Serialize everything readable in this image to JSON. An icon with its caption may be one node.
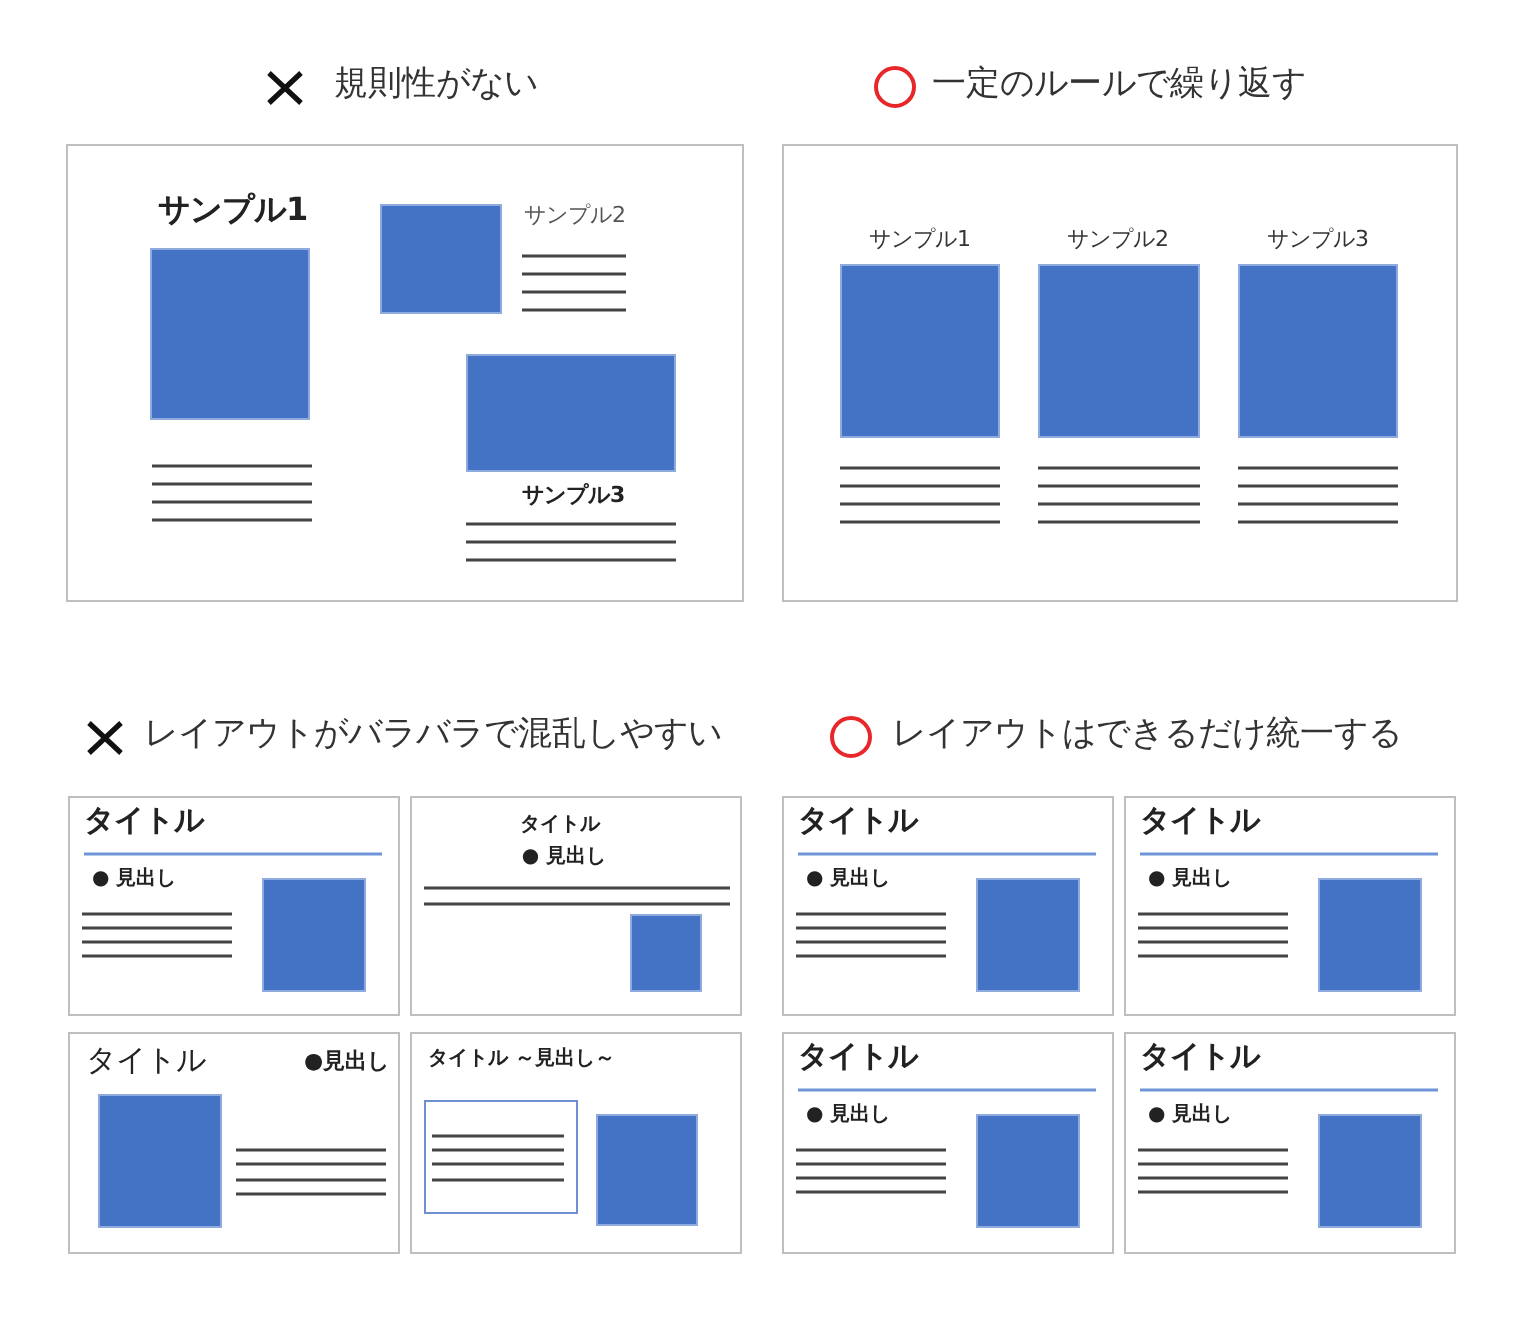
{
  "diagram": {
    "nodes": [
      {
        "text": [
          "サンプル1",
          "サンプル2",
          "サンプル3"
        ]
      },
      {
        "text": [
          "サンプル1",
          "サンプル2",
          "サンプル3"
        ]
      },
      {
        "text": [
          "タイトル",
          "● 見出し"
        ]
      },
      {
        "text": [
          "タイトル",
          "● 見出し"
        ]
      },
      {
        "text": [
          "タイトル",
          "●見出し"
        ]
      },
      {
        "text": [
          "タイトル ～見出し～"
        ]
      },
      {
        "text": [
          "タイトル",
          "● 見出し"
        ]
      },
      {
        "text": [
          "タイトル",
          "● 見出し"
        ]
      },
      {
        "text": [
          "タイトル",
          "● 見出し"
        ]
      },
      {
        "text": [
          "タイトル",
          "● 見出し"
        ]
      }
    ],
    "labels": [
      "規則性がない",
      "一定のルールで繰り返す",
      "レイアウトがバラバラで混乱しやすい",
      "レイアウトはできるだけ統一する"
    ]
  }
}
